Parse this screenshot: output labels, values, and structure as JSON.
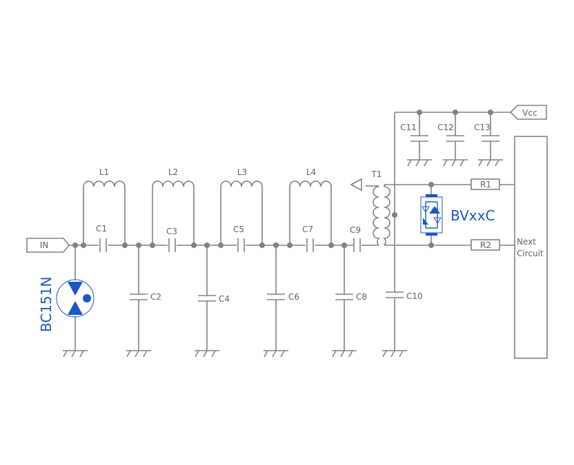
{
  "ports": {
    "input": "IN",
    "supply": "Vcc"
  },
  "inductors": [
    "L1",
    "L2",
    "L3",
    "L4"
  ],
  "series_caps": [
    "C1",
    "C3",
    "C5",
    "C7",
    "C9"
  ],
  "shunt_caps": [
    "C2",
    "C4",
    "C6",
    "C8",
    "C10"
  ],
  "supply_caps": [
    "C11",
    "C12",
    "C13"
  ],
  "transformer": "T1",
  "resistors": [
    "R1",
    "R2"
  ],
  "protection_devices": {
    "input_device": "BC151N",
    "line_device": "BVxxC"
  },
  "next_block": {
    "line1": "Next",
    "line2": "Circuit"
  },
  "colors": {
    "wire": "#808080",
    "accent": "#1a56c4"
  }
}
